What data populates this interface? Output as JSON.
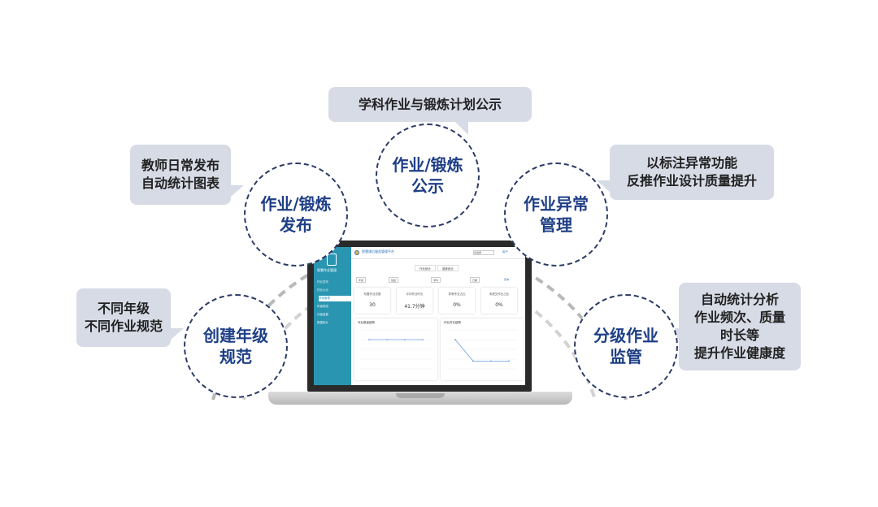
{
  "circles": {
    "publish": [
      "作业/锻炼",
      "发布"
    ],
    "notice": [
      "作业/锻炼",
      "公示"
    ],
    "abnormal": [
      "作业异常",
      "管理"
    ],
    "grade_rules": [
      "创建年级",
      "规范"
    ],
    "supervise": [
      "分级作业",
      "监管"
    ]
  },
  "bubbles": {
    "notice": [
      "学科作业与锻炼计划公示"
    ],
    "publish": [
      "教师日常发布",
      "自动统计图表"
    ],
    "abnormal": [
      "以标注异常功能",
      "反推作业设计质量提升"
    ],
    "grade_rules": [
      "不同年级",
      "不同作业规范"
    ],
    "supervise": [
      "自动统计分析",
      "作业频次、质量",
      "时长等",
      "提升作业健康度"
    ]
  },
  "colors": {
    "circle_text": "#1e3f86",
    "bubble_bg": "#d7dbe6",
    "sidebar": "#2a95b1",
    "chart_line": "#6aa0e0"
  },
  "app": {
    "title": "智慧课后服务管理平台",
    "sidebar_title": "智慧作业管理",
    "sidebar_items": [
      "作业发布",
      "作业公示",
      "异常管理",
      "年级规范",
      "分级监管",
      "数据统计"
    ],
    "active_index": 2,
    "tabs": [
      "作业统计",
      "锻炼统计"
    ],
    "select": "请选择",
    "user": "用户",
    "filters": [
      "年级",
      "班级",
      "学科",
      "日期",
      "查询"
    ],
    "stats": [
      {
        "label": "布置作业总数",
        "value": "30"
      },
      {
        "label": "平均作业时长",
        "value": "41.7分钟"
      },
      {
        "label": "异常作业占比",
        "value": "0%"
      },
      {
        "label": "未提交作业占比",
        "value": "0%"
      }
    ],
    "charts": [
      {
        "title": "作业数量趋势",
        "values": [
          0.75,
          0.75,
          0.75,
          0.75
        ]
      },
      {
        "title": "作业时长趋势",
        "values": [
          0.75,
          0.2,
          0.2,
          0.2
        ]
      }
    ]
  }
}
